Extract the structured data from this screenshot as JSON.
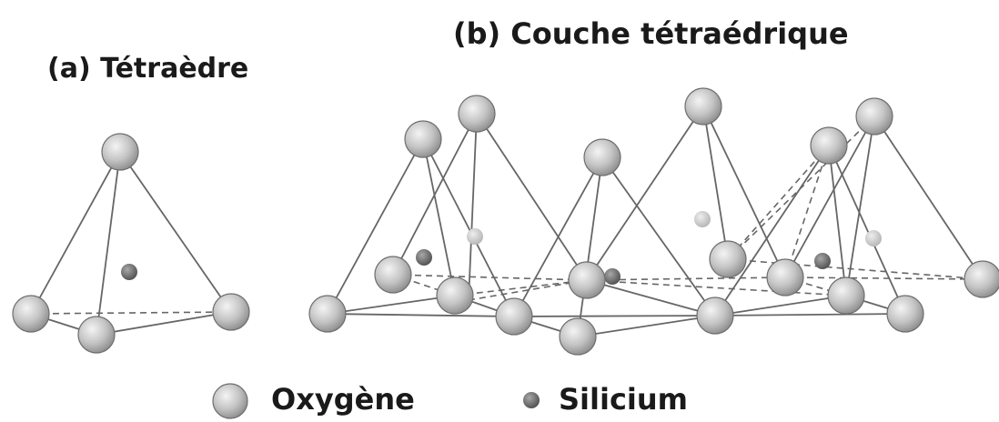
{
  "titles": {
    "tetrahedron": "(a) Tétraèdre",
    "layer": "(b) Couche tétraédrique"
  },
  "legend": {
    "oxygen": "Oxygène",
    "silicon": "Silicium"
  },
  "colors": {
    "oxygen_fill": "#c4c4c4",
    "oxygen_stroke": "#6e6e6e",
    "silicon_fill": "#6f6f6f",
    "bond": "#666666"
  }
}
